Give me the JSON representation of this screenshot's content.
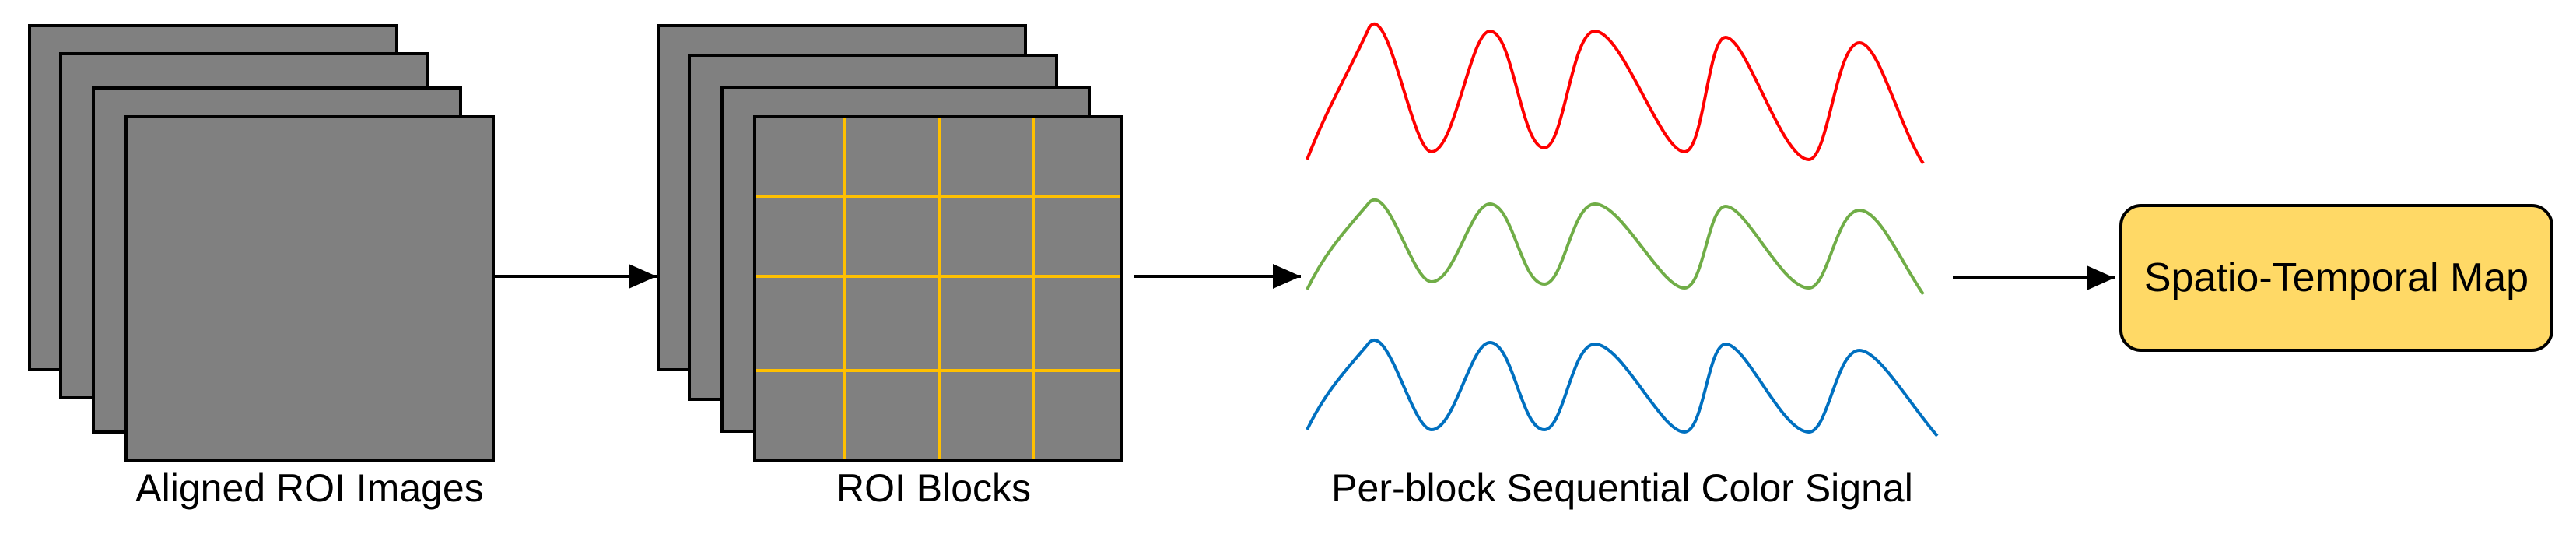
{
  "captions": {
    "aligned_roi_images": "Aligned ROI Images",
    "roi_blocks": "ROI Blocks",
    "signal": "Per-block Sequential Color Signal"
  },
  "output_box": {
    "label": "Spatio-Temporal Map"
  },
  "colors": {
    "frame_fill": "#808080",
    "frame_stroke": "#000000",
    "grid_line": "#FFC000",
    "signal_red": "#FF0000",
    "signal_green": "#70AD47",
    "signal_blue": "#0070C0",
    "box_fill": "#FFD966",
    "arrow": "#000000"
  }
}
